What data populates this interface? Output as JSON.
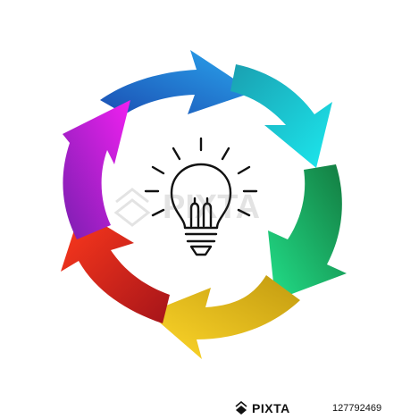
{
  "stock": {
    "brand_logo_text": "PIXTA",
    "image_id": "127792469"
  },
  "watermark": {
    "text": "PIXTA"
  },
  "colors": {
    "blue": "#1e7ee0",
    "cyan": "#16d4d8",
    "green": "#16b060",
    "yellow": "#f0c020",
    "red": "#e02a26",
    "purple": "#c020e0",
    "bulb_outline": "#111111"
  },
  "icons": [
    "lightbulb-icon",
    "cycle-arrows"
  ]
}
